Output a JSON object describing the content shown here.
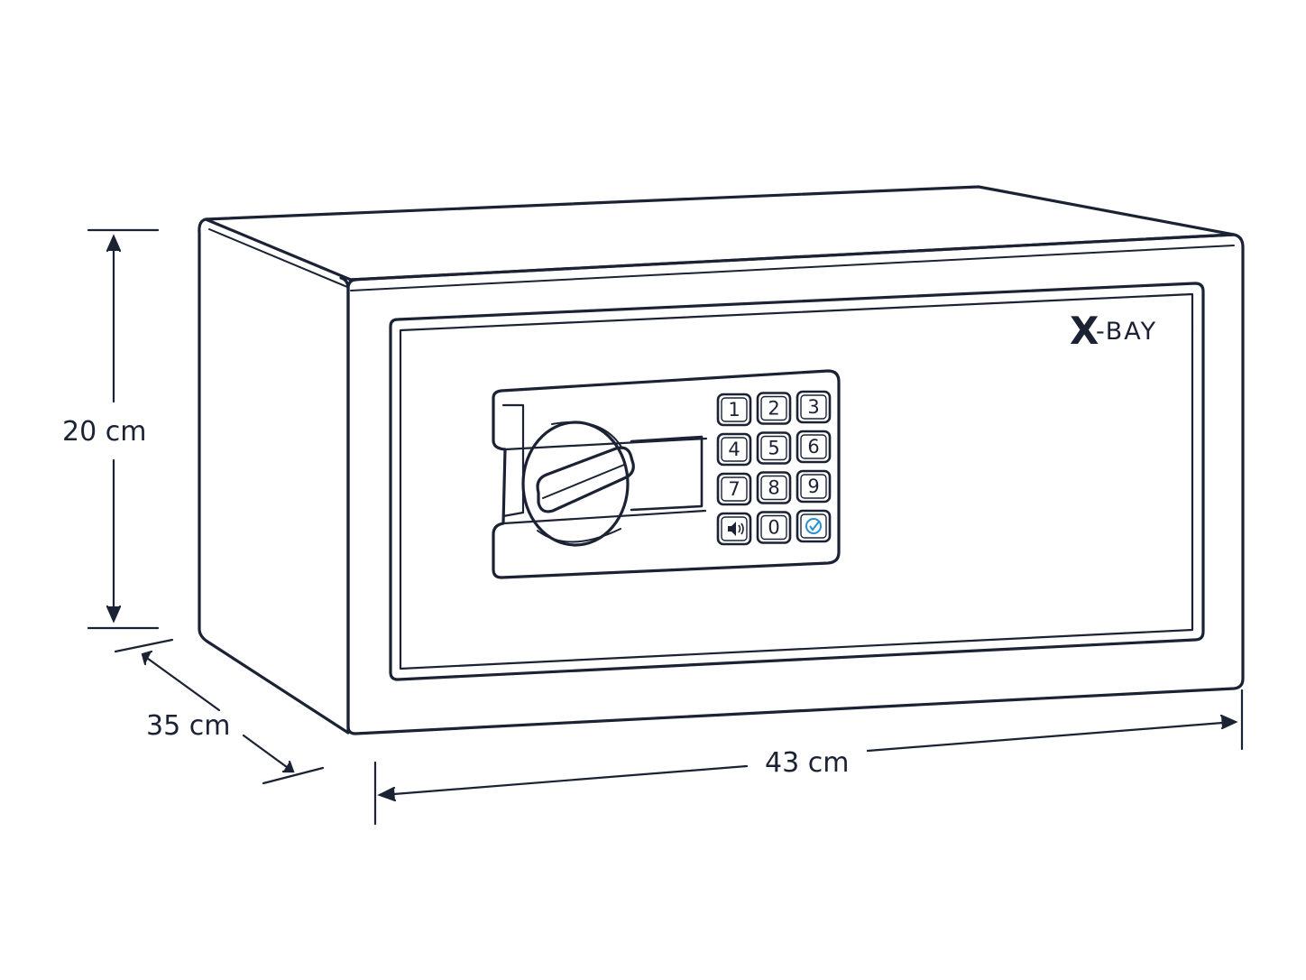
{
  "dimensions": {
    "height": "20 cm",
    "depth": "35 cm",
    "width": "43 cm"
  },
  "brand": {
    "logo_x": "X",
    "logo_rest": "-BAY"
  },
  "keypad": {
    "keys": [
      "1",
      "2",
      "3",
      "4",
      "5",
      "6",
      "7",
      "8",
      "9",
      "",
      "0",
      ""
    ],
    "sound_key_icon": "speaker-icon",
    "confirm_key_icon": "check-circle-icon"
  },
  "colors": {
    "line": "#1b2233",
    "accent": "#2a8fcf"
  }
}
